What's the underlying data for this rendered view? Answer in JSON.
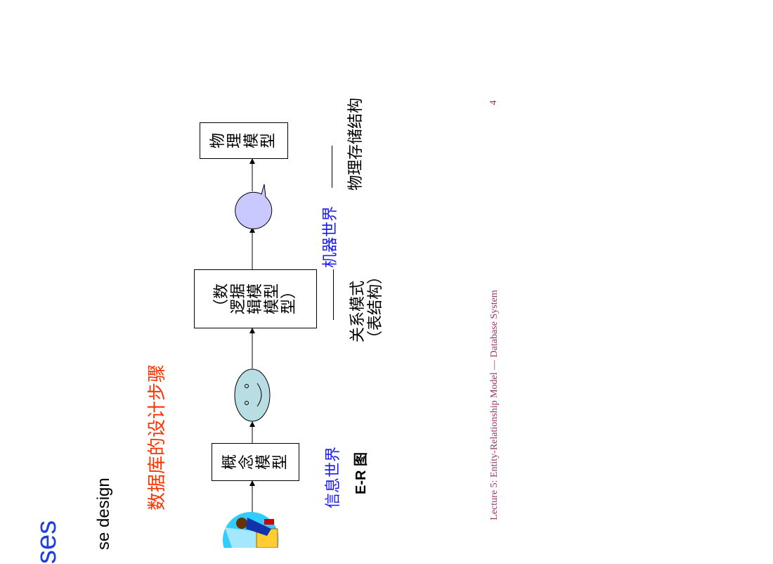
{
  "slide": {
    "title_fragment": "ses",
    "subtitle_fragment": "se design",
    "heading": "数据库的设计步骤",
    "page_number": "4",
    "footer": "Lecture 5: Entity-Relationship Model — Database System"
  },
  "diagram": {
    "conceptual_model": [
      "概",
      "念",
      "模",
      "型"
    ],
    "logical_model": [
      "（数",
      "逻据",
      "辑模",
      "模型",
      "型）"
    ],
    "physical_model": [
      "物",
      "理",
      "模",
      "型"
    ]
  },
  "labels": {
    "info_world": "信息世界",
    "er_diagram": "E-R 图",
    "machine_world": "机器世界",
    "relational_schema": "关系模式",
    "table_structure": "（表结构）",
    "physical_storage": "物理存储结构"
  },
  "colors": {
    "title_blue": "#1f3ee0",
    "heading_red": "#ff3300",
    "label_blue": "#1a1aff",
    "footer_red": "#993366",
    "face_fill": "#b8dde2",
    "bubble_fill": "#c9c9ff"
  },
  "icons": [
    "person-clipart-icon",
    "smiley-face-icon",
    "thought-bubble-icon"
  ]
}
